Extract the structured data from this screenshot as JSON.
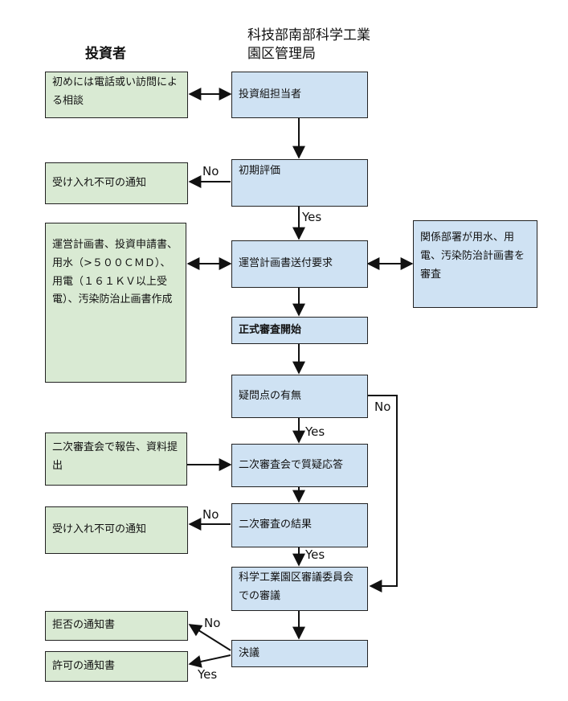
{
  "headers": {
    "investor": "投資者",
    "authority": "科技部南部科学工業園区管理局"
  },
  "investor_boxes": {
    "initial_consult": "初めには電話或い訪問による相談",
    "reject_notice_1": "受け入れ不可の通知",
    "docs": "運営計画書、投資申請書、用水（>５００ＣＭＤ）、用電（１６１ＫＶ以上受電）、汚染防治止画書作成",
    "second_report": "二次審査会で報告、資料提出",
    "reject_notice_2": "受け入れ不可の通知",
    "refusal_letter": "拒否の通知書",
    "permit_letter": "許可の通知書"
  },
  "authority_boxes": {
    "investment_officer": "投資組担当者",
    "initial_eval": "初期評価",
    "plan_request": "運営計画書送付要求",
    "formal_review": "正式審査開始",
    "questions": "疑問点の有無",
    "qa_session": "二次審査会で質疑応答",
    "second_result": "二次審査の結果",
    "committee": "科学工業園区審議委員会での審議",
    "resolution": "決議"
  },
  "related_dept": "関係部署が用水、用電、汚染防治計画書を審査",
  "edge_labels": {
    "no_initial": "No",
    "yes_initial": "Yes",
    "yes_questions": "Yes",
    "no_questions": "No",
    "no_second": "No",
    "yes_second": "Yes",
    "no_resolution": "No",
    "yes_resolution": "Yes"
  }
}
